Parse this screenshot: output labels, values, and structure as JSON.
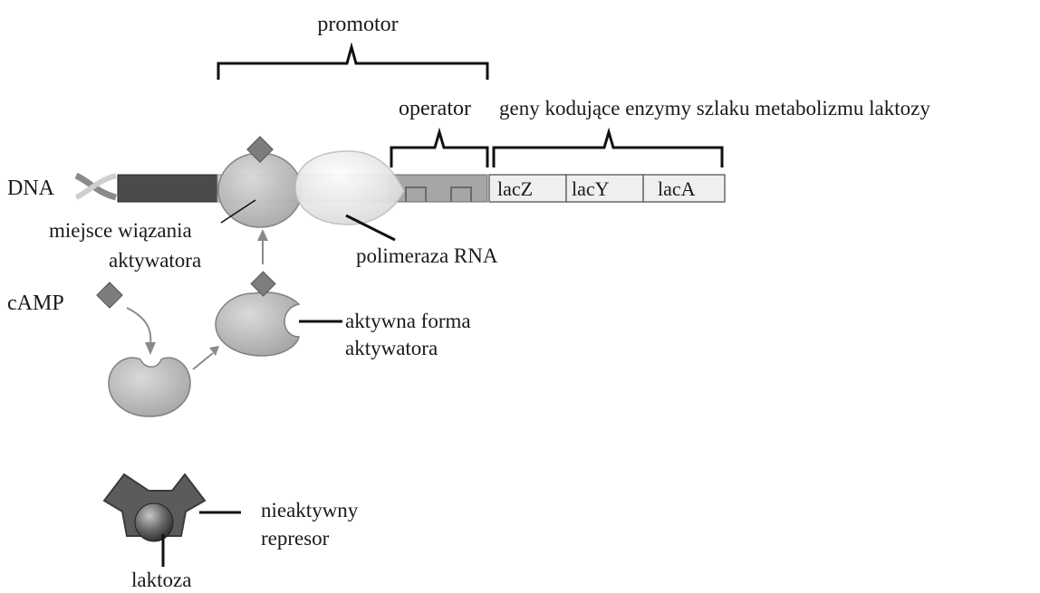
{
  "labels": {
    "promotor": "promotor",
    "operator": "operator",
    "genes": "geny kodujące enzymy szlaku metabolizmu laktozy",
    "dna": "DNA",
    "binding_site_line1": "miejsce wiązania",
    "binding_site_line2": "aktywatora",
    "polymerase": "polimeraza RNA",
    "camp": "cAMP",
    "active_activator_line1": "aktywna forma",
    "active_activator_line2": "aktywatora",
    "inactive_repressor_line1": "nieaktywny",
    "inactive_repressor_line2": "represor",
    "lactose": "laktoza"
  },
  "genes": [
    "lacZ",
    "lacY",
    "lacA"
  ]
}
